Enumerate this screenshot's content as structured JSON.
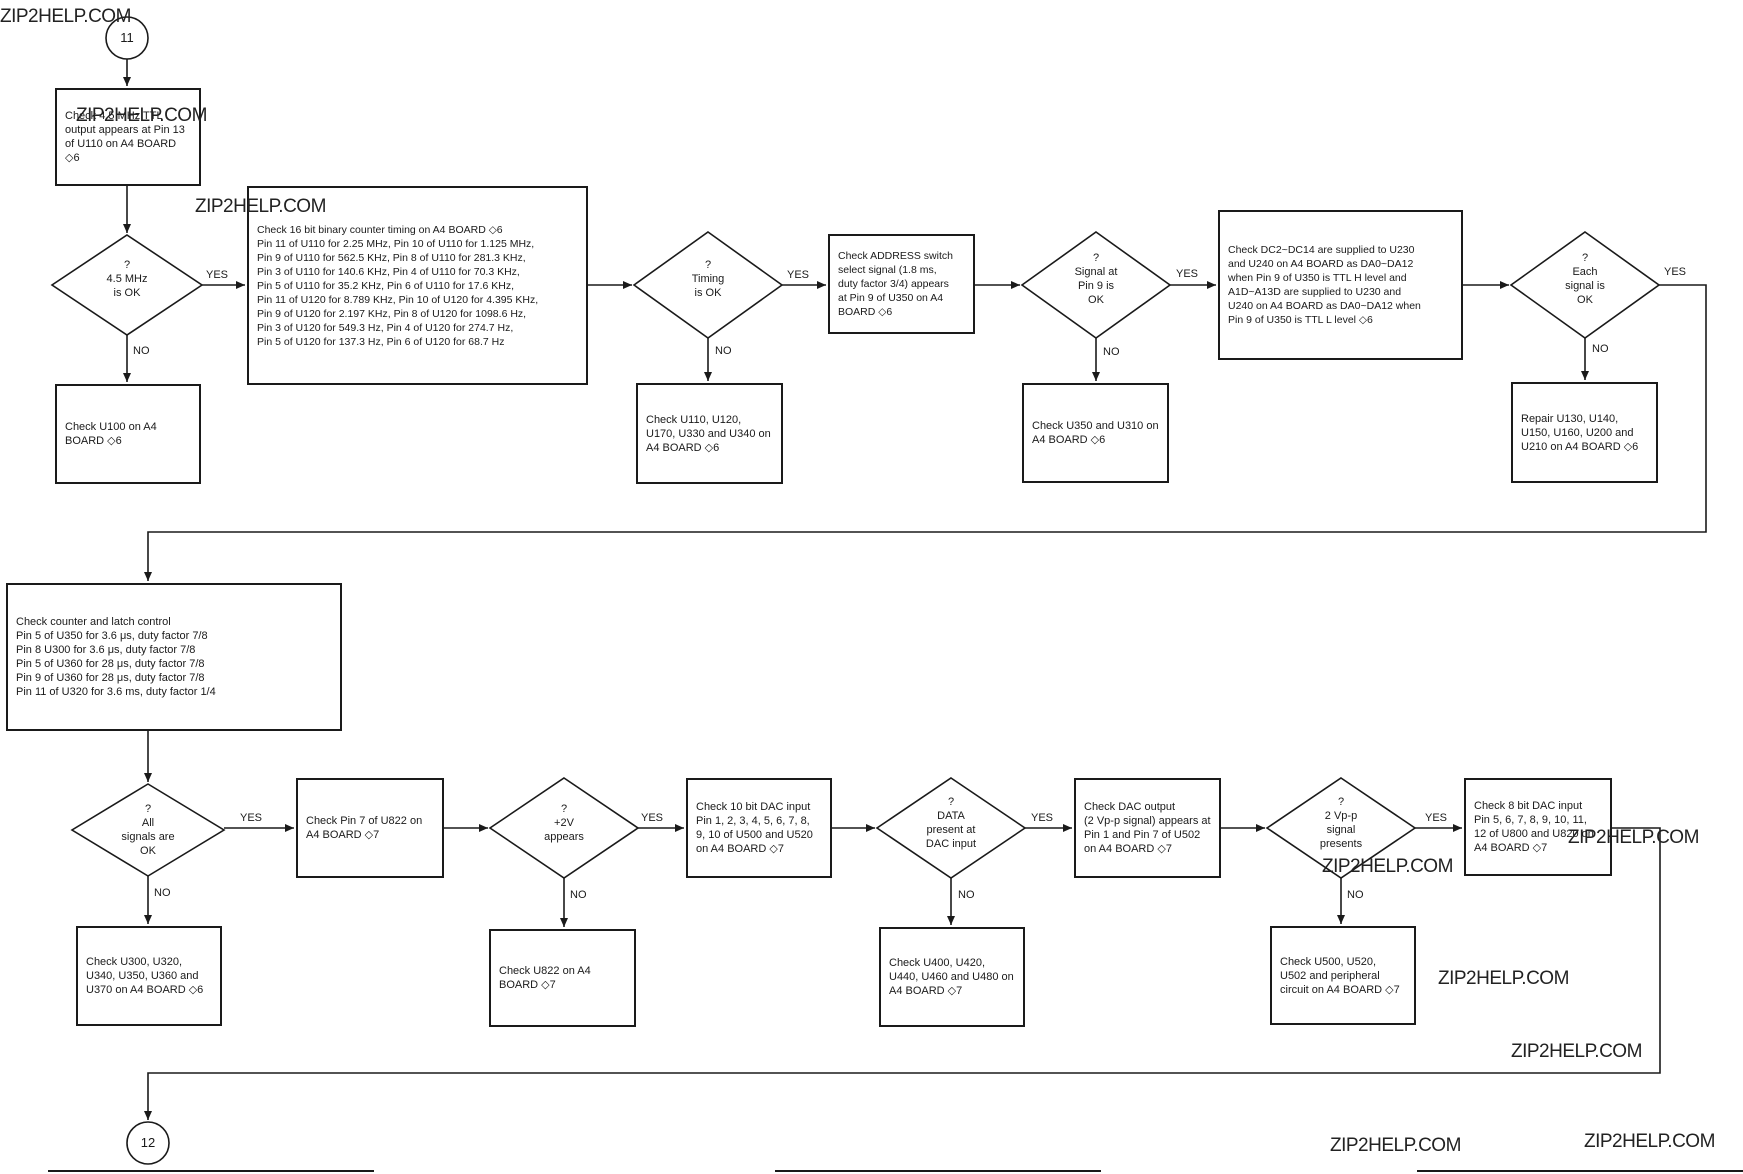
{
  "connectors": {
    "start": "11",
    "end": "12"
  },
  "watermark": "ZIP2HELP.COM",
  "yes": "YES",
  "no": "NO",
  "boxes": {
    "b1": "Check 4.5 MHz TTL\noutput appears at Pin 13\nof U110 on A4 BOARD\n◇6",
    "b2": "Check 16 bit binary counter timing on A4 BOARD ◇6\nPin 11 of U110 for 2.25 MHz, Pin 10 of U110 for 1.125 MHz,\nPin 9 of U110 for 562.5 KHz, Pin 8 of U110 for 281.3 KHz,\nPin 3 of U110 for 140.6 KHz, Pin 4 of U110 for 70.3 KHz,\nPin 5 of U110 for 35.2 KHz, Pin 6 of U110 for 17.6 KHz,\nPin 11 of U120 for 8.789 KHz, Pin 10 of U120 for 4.395 KHz,\nPin 9 of U120 for 2.197 KHz, Pin 8 of U120 for 1098.6 Hz,\nPin 3 of U120 for 549.3 Hz, Pin 4 of U120 for 274.7 Hz,\nPin 5 of U120 for 137.3 Hz, Pin 6 of U120 for 68.7 Hz",
    "b3": "Check ADDRESS switch\nselect signal (1.8 ms,\nduty factor 3/4) appears\nat Pin 9 of U350 on A4\nBOARD ◇6",
    "b4": "Check DC2~DC14 are supplied to U230\nand U240 on A4 BOARD as DA0~DA12\nwhen Pin 9 of U350 is TTL H level and\nA1D~A13D are supplied to U230 and\nU240 on A4 BOARD as DA0~DA12 when\nPin 9 of U350 is TTL L level ◇6",
    "b5": "Check U100 on A4\nBOARD ◇6",
    "b6": "Check U110, U120,\nU170, U330 and U340 on\nA4 BOARD ◇6",
    "b7": "Check U350 and U310 on\nA4 BOARD ◇6",
    "b8": "Repair U130, U140,\nU150, U160, U200 and\nU210 on A4 BOARD ◇6",
    "b9": "Check counter and latch control\nPin 5 of U350 for 3.6 μs, duty factor 7/8\nPin 8 U300 for 3.6 μs, duty factor 7/8\nPin 5 of U360 for 28 μs, duty factor 7/8\nPin 9 of U360 for 28 μs, duty factor 7/8\nPin 11 of U320 for 3.6 ms, duty factor 1/4",
    "b10": "Check Pin 7 of U822 on\nA4 BOARD ◇7",
    "b11": "Check 10 bit DAC input\nPin 1, 2, 3, 4, 5, 6, 7, 8,\n9, 10 of U500 and U520\non A4 BOARD ◇7",
    "b12": "Check DAC output\n(2 Vp-p signal) appears at\nPin 1 and Pin 7 of U502\non A4 BOARD ◇7",
    "b13": "Check 8 bit DAC input\nPin 5, 6, 7, 8, 9, 10, 11,\n12 of U800 and U820 on\nA4 BOARD ◇7",
    "b14": "Check U300, U320,\nU340, U350, U360 and\nU370 on A4 BOARD ◇6",
    "b15": "Check U822 on A4\nBOARD ◇7",
    "b16": "Check U400, U420,\nU440, U460 and U480 on\nA4 BOARD ◇7",
    "b17": "Check U500, U520,\nU502 and peripheral\ncircuit on A4 BOARD ◇7"
  },
  "decisions": {
    "d1": "?\n4.5 MHz\nis OK",
    "d2": "?\nTiming\nis OK",
    "d3": "?\nSignal at\nPin 9 is\nOK",
    "d4": "?\nEach\nsignal is\nOK",
    "d5": "?\nAll\nsignals are\nOK",
    "d6": "?\n+2V\nappears",
    "d7": "?\nDATA\npresent at\nDAC input",
    "d8": "?\n2 Vp-p\nsignal\npresents"
  }
}
